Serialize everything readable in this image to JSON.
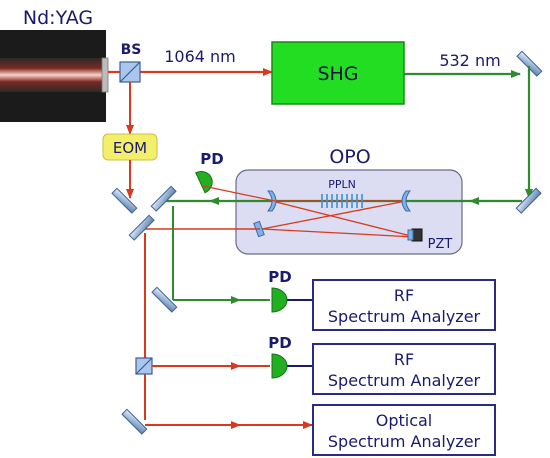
{
  "laser": {
    "label": "Nd:YAG"
  },
  "splitter_top": {
    "label": "BS"
  },
  "beams": {
    "ir_label": "1064 nm",
    "green_label": "532 nm"
  },
  "shg": {
    "label": "SHG"
  },
  "eom": {
    "label": "EOM"
  },
  "opo": {
    "label": "OPO",
    "crystal_label": "PPLN",
    "pzt_label": "PZT"
  },
  "detector_top": {
    "label": "PD"
  },
  "detector_1": {
    "label": "PD"
  },
  "detector_2": {
    "label": "PD"
  },
  "analyzer_1": {
    "line1": "RF",
    "line2": "Spectrum Analyzer"
  },
  "analyzer_2": {
    "line1": "RF",
    "line2": "Spectrum Analyzer"
  },
  "analyzer_3": {
    "line1": "Optical",
    "line2": "Spectrum Analyzer"
  },
  "colors": {
    "ir_beam": "#d83a1e",
    "green_beam": "#2e8b2e",
    "detector": "#22b022",
    "shg_fill": "#22dd22",
    "eom_fill": "#f4ef6a",
    "opo_fill": "#dcdcf2",
    "analyzer_border": "#2a2a8a",
    "text_dark": "#1a1a6e"
  }
}
